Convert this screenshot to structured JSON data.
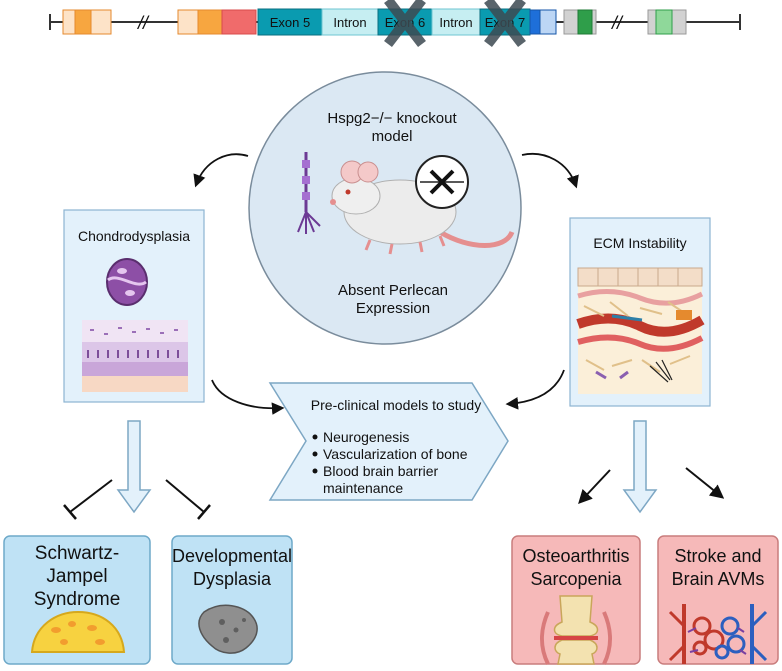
{
  "gene_bar": {
    "exon5": "Exon 5",
    "intron1": "Intron",
    "exon6": "Exon 6",
    "intron2": "Intron",
    "exon7": "Exon 7",
    "break_mark": "//"
  },
  "center": {
    "title_line1": "Hspg2−/− knockout",
    "title_line2": "model",
    "caption_line1": "Absent Perlecan",
    "caption_line2": "Expression"
  },
  "left_panel": {
    "title": "Chondrodysplasia"
  },
  "right_panel": {
    "title": "ECM Instability"
  },
  "middle": {
    "title": "Pre-clinical models to study",
    "bullets": [
      "Neurogenesis",
      "Vascularization of bone",
      "Blood brain barrier",
      "maintenance"
    ]
  },
  "outcomes": [
    {
      "line1": "Schwartz-",
      "line2": "Jampel",
      "line3": "Syndrome"
    },
    {
      "line1": "Developmental",
      "line2": "Dysplasia"
    },
    {
      "line1": "Osteoarthritis",
      "line2": "Sarcopenia"
    },
    {
      "line1": "Stroke and",
      "line2": "Brain AVMs"
    }
  ],
  "colors": {
    "exon_teal": "#0a9bb0",
    "intron_fill": "#c6eef2",
    "orange": "#f7a640",
    "red_exon": "#f06b6b",
    "green": "#2f9e4a",
    "blue_box": "#bfe2f5",
    "pink_box": "#f6b9b9",
    "center_circle": "#dbe8f3"
  }
}
